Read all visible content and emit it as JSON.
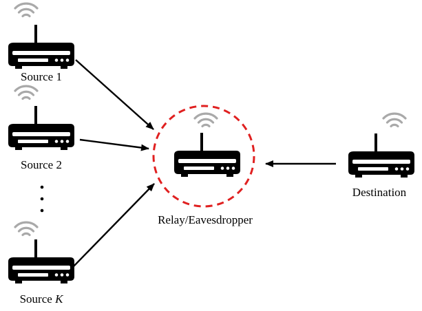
{
  "nodes": {
    "source_1": {
      "label": "Source 1"
    },
    "source_2": {
      "label": "Source 2"
    },
    "source_k": {
      "label": "Source ",
      "label_italic": "K"
    },
    "relay": {
      "label": "Relay/Eavesdropper"
    },
    "destination": {
      "label": "Destination"
    }
  },
  "ellipsis": "⋮",
  "colors": {
    "device": "#000000",
    "wifi": "#a9a9a9",
    "arrow": "#000000",
    "relay_ring": "#e02020"
  },
  "icons": {
    "router": "router-icon",
    "wifi": "wifi-signal-icon"
  }
}
